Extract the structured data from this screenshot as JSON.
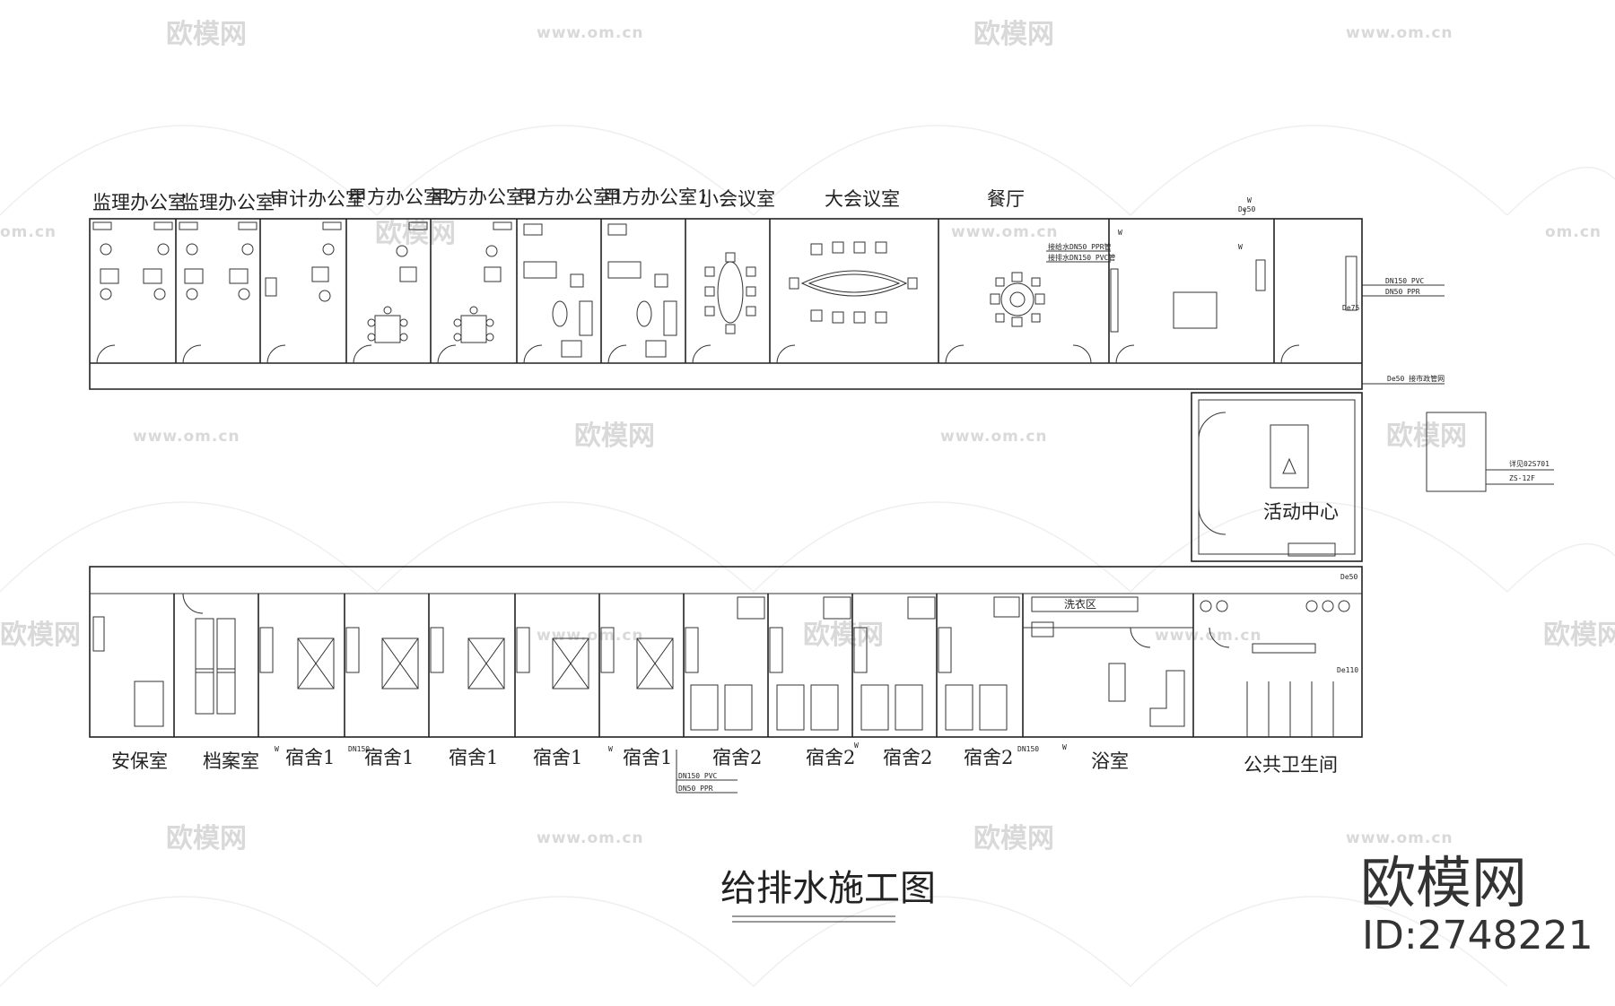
{
  "drawing_title": "给排水施工图",
  "watermark": {
    "brand": "欧模网",
    "url": "www.om.cn",
    "url_short": "om.cn"
  },
  "brand_corner": {
    "name": "欧模网",
    "id": "ID:2748221"
  },
  "top_rooms": [
    "监理办公室",
    "监理办公室",
    "审计办公室",
    "甲方办公室2",
    "甲方办公室2",
    "甲方办公室1",
    "甲方办公室1",
    "小会议室",
    "大会议室",
    "餐厅"
  ],
  "activity_room": "活动中心",
  "bottom_rooms": [
    "安保室",
    "档案室",
    "宿舍1",
    "宿舍1",
    "宿舍1",
    "宿舍1",
    "宿舍1",
    "宿舍2",
    "宿舍2",
    "宿舍2",
    "宿舍2",
    "浴室",
    "公共卫生间"
  ],
  "laundry_label": "洗衣区",
  "pipe_notes": {
    "dining_1": "接给水DN50 PPR管",
    "dining_2": "接排水DN150 PVC管",
    "right_1": "DN150 PVC",
    "right_2": "DN50 PPR",
    "corridor": "De50  接市政管网",
    "ext_1": "详见02S701",
    "ext_2": "ZS-12F",
    "bottom_1": "DN150 PVC",
    "bottom_2": "DN50 PPR",
    "w": "W",
    "j": "J",
    "de50": "De50",
    "de75": "De75",
    "dn150": "DN150",
    "de110": "De110"
  }
}
